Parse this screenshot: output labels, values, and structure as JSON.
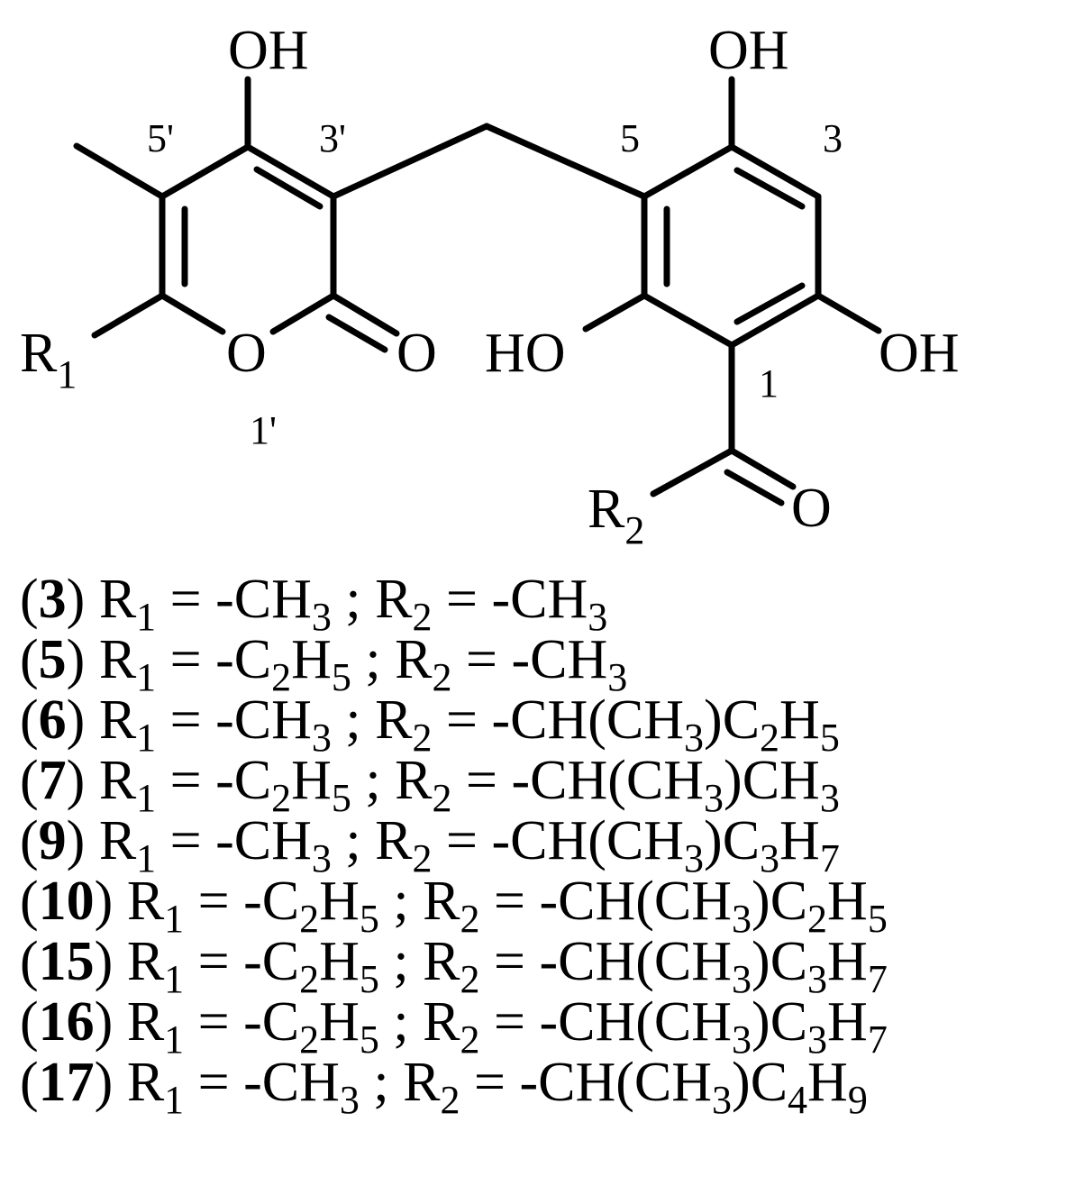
{
  "structure": {
    "atoms": {
      "oh_pyrone": "OH",
      "oh_top": "OH",
      "ho_left": "HO",
      "oh_right": "OH",
      "ring_o": "O",
      "carbonyl_o": "O",
      "ketone_o": "O",
      "r1": "R",
      "r1_sub": "1",
      "r2": "R",
      "r2_sub": "2"
    },
    "numbering": {
      "c5p": "5'",
      "c3p": "3'",
      "c1p": "1'",
      "c5": "5",
      "c3": "3",
      "c1": "1"
    }
  },
  "compounds": [
    {
      "id": "3",
      "r1": "-CH3",
      "r2": "-CH3"
    },
    {
      "id": "5",
      "r1": "-C2H5",
      "r2": "-CH3"
    },
    {
      "id": "6",
      "r1": "-CH3",
      "r2": "-CH(CH3)C2H5"
    },
    {
      "id": "7",
      "r1": "-C2H5",
      "r2": "-CH(CH3)CH3"
    },
    {
      "id": "9",
      "r1": "-CH3",
      "r2": "-CH(CH3)C3H7"
    },
    {
      "id": "10",
      "r1": "-C2H5",
      "r2": "-CH(CH3)C2H5"
    },
    {
      "id": "15",
      "r1": "-C2H5",
      "r2": "-CH(CH3)C3H7"
    },
    {
      "id": "16",
      "r1": "-C2H5",
      "r2": "-CH(CH3)C3H7"
    },
    {
      "id": "17",
      "r1": "-CH3",
      "r2": "-CH(CH3)C4H9"
    }
  ],
  "symbols": {
    "r": "R",
    "equals": "=",
    "separator": ";"
  }
}
